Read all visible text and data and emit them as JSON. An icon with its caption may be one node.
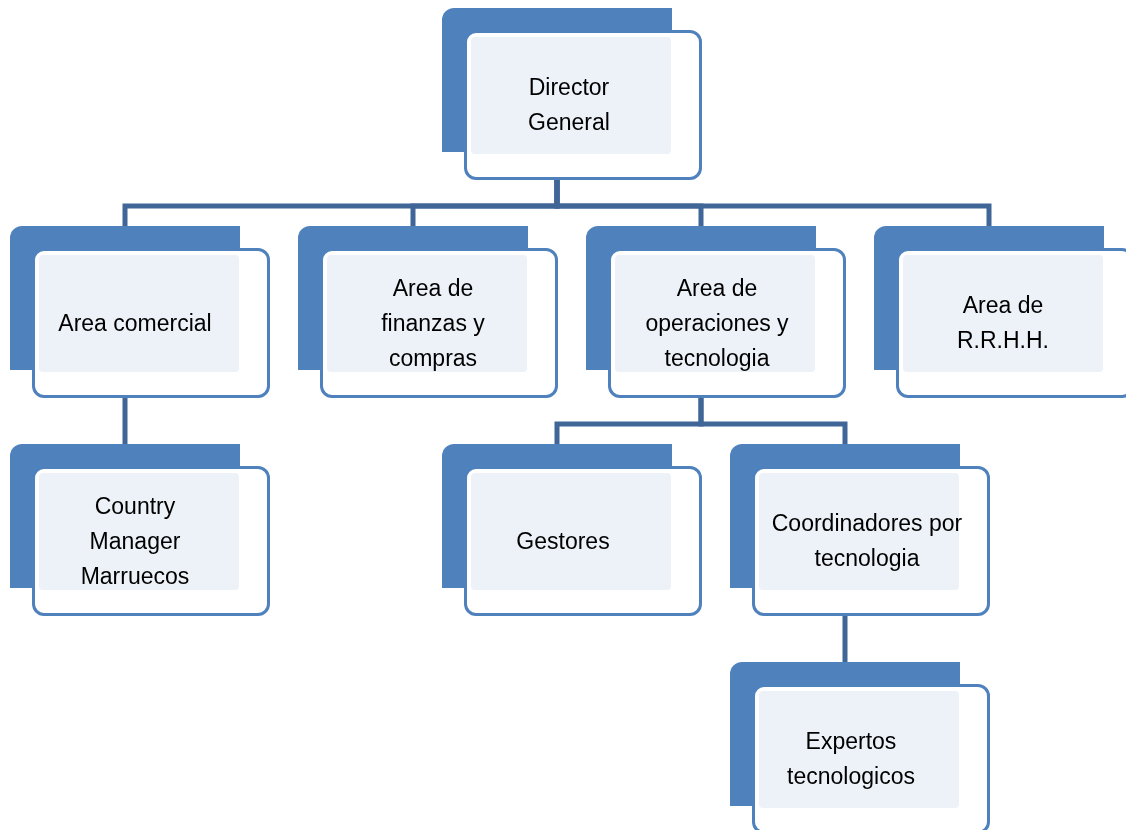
{
  "diagram": {
    "nodes": [
      {
        "text": [
          "Director General"
        ]
      },
      {
        "text": [
          "Area comercial"
        ]
      },
      {
        "text": [
          "Area de finanzas y compras"
        ]
      },
      {
        "text": [
          "Area de operaciones y tecnologia"
        ]
      },
      {
        "text": [
          "Area de R.R.H.H."
        ]
      },
      {
        "text": [
          "Country Manager Marruecos"
        ]
      },
      {
        "text": [
          "Gestores"
        ]
      },
      {
        "text": [
          "Coordinadores por tecnologia"
        ]
      },
      {
        "text": [
          "Expertos tecnologicos"
        ]
      }
    ],
    "edges": [
      {
        "from": 0,
        "to": 1,
        "arrow": "none"
      },
      {
        "from": 0,
        "to": 2,
        "arrow": "none"
      },
      {
        "from": 0,
        "to": 3,
        "arrow": "none"
      },
      {
        "from": 0,
        "to": 4,
        "arrow": "none"
      },
      {
        "from": 1,
        "to": 5,
        "arrow": "none"
      },
      {
        "from": 3,
        "to": 6,
        "arrow": "none"
      },
      {
        "from": 3,
        "to": 7,
        "arrow": "none"
      },
      {
        "from": 7,
        "to": 8,
        "arrow": "none"
      }
    ]
  }
}
